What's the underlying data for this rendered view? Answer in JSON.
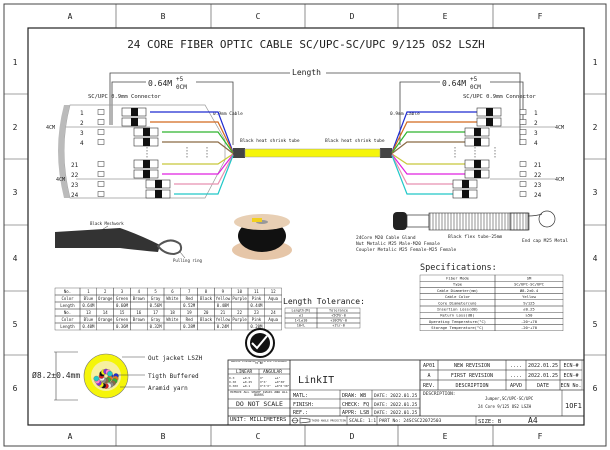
{
  "frame": {
    "columns": [
      "A",
      "B",
      "C",
      "D",
      "E",
      "F"
    ],
    "rows": [
      "1",
      "2",
      "3",
      "4",
      "5",
      "6"
    ]
  },
  "title": "24 CORE FIBER OPTIC CABLE SC/UPC-SC/UPC 9/125 OS2 LSZH",
  "cable": {
    "length_label": "Length",
    "breakout_length": "0.64M",
    "tolerance_top": "+5",
    "tolerance_bottom": "0CM",
    "connector_label": "SC/UPC 0.9mm Connector",
    "fiber_label": "0.9mm Cable",
    "shrink_label": "Black heat shrink tube",
    "stagger_label": "4CM",
    "fiber_numbers_top": [
      "1",
      "2",
      "3",
      "4"
    ],
    "fiber_numbers_bottom": [
      "21",
      "22",
      "23",
      "24"
    ],
    "fiber_colors_top": [
      "#1f2bd1",
      "#d2691e",
      "#2fb52f",
      "#8b6a45"
    ],
    "fiber_colors_bottom": [
      "#c8c83a",
      "#e020e0",
      "#e890b0",
      "#20c8c8"
    ],
    "jacket_color": "#f5f50a"
  },
  "pulling": {
    "meshwork_label": "Black Meshwork",
    "ring_label": "Pulling ring"
  },
  "gland": {
    "gland_label": "24Core M20 Cable Gland",
    "nut_label": "Nut Metalic M25 Male-M20 Female",
    "coupler_label": "Coupler Metalic M25 Female-M25 Female",
    "flex_label": "Black flex tube-25mm",
    "endcap_label": "End cap M25 Metal"
  },
  "fiber_table": {
    "rows": [
      [
        "No.",
        "1",
        "2",
        "3",
        "4",
        "5",
        "6",
        "7",
        "8",
        "9",
        "10",
        "11",
        "12"
      ],
      [
        "Color",
        "Blue",
        "Orange",
        "Green",
        "Brown",
        "Gray",
        "White",
        "Red",
        "Black",
        "Yellow",
        "Purple",
        "Pink",
        "Aqua"
      ],
      [
        "Length",
        "0.64M",
        "",
        "0.60M",
        "",
        "0.56M",
        "",
        "0.52M",
        "",
        "0.48M",
        "",
        "0.44M",
        ""
      ],
      [
        "No.",
        "13",
        "14",
        "15",
        "16",
        "17",
        "18",
        "19",
        "20",
        "21",
        "22",
        "23",
        "24"
      ],
      [
        "Color",
        "Blue",
        "Orange",
        "Green",
        "Brown",
        "Gray",
        "White",
        "Red",
        "Black",
        "Yellow",
        "Purple",
        "Pink",
        "Aqua"
      ],
      [
        "Length",
        "0.40M",
        "",
        "0.36M",
        "",
        "0.32M",
        "",
        "0.28M",
        "",
        "0.24M",
        "",
        "0.20M",
        ""
      ]
    ]
  },
  "cross_section": {
    "diameter": "Ø8.2±0.4mm",
    "outer_label": "Out jacket LSZH",
    "buffer_label": "Tigth Buffered",
    "aramid_label": "Aramid yarn"
  },
  "tolerance": {
    "title": "Length Tolerance:",
    "rows": [
      [
        "Length(M)",
        "Tolerance"
      ],
      [
        "≤1",
        "+5CM/-0"
      ],
      [
        "1<L≤10",
        "+10CM/-0"
      ],
      [
        "10<L",
        "+1%/-0"
      ]
    ]
  },
  "specs": {
    "title": "Specifications:",
    "rows": [
      [
        "Fiber Mode",
        "SM"
      ],
      [
        "Type",
        "SC/UPC-SC/UPC"
      ],
      [
        "Cable Diameter(mm)",
        "Ø8.2±0.4"
      ],
      [
        "Cable Color",
        "Yellow"
      ],
      [
        "Core Diameter(um)",
        "9/125"
      ],
      [
        "Insertion Loss(dB)",
        "≤0.25"
      ],
      [
        "Return Loss(dB)",
        "≥50"
      ],
      [
        "Operating Temperature(°C)",
        "-20~+70"
      ],
      [
        "Storage Temperature(°C)",
        "-20~+70"
      ]
    ]
  },
  "title_block": {
    "company": "LinkIT",
    "tolerance_header": "UNLESS OTHERWISE SPECIFIED TOLERANCE TO BE",
    "linear": "LINEAR",
    "angular": "ANGULAR",
    "tol_rows": [
      [
        "X.X",
        "±0.5",
        "X°",
        "±1°"
      ],
      [
        "X.XX",
        "±0.25",
        "X°X'",
        "±0°30'"
      ],
      [
        "X.XXX",
        "±0.1",
        "X°X'X\"",
        "±0°0'30\""
      ]
    ],
    "deburr": "REMOVE ALL SHARP EDGES AND ALL BURRS",
    "do_not_scale": "DO NOT SCALE",
    "unit": "UNIT: MILLIMETERS",
    "projection": "THIRD ANGLE PROJECTION",
    "matl": "MATL:",
    "finish": "FINISH:",
    "ref": "REF.:",
    "drawn": "DRAW: WB",
    "checked": "CHECK: FQ",
    "approved": "APPR: LSB",
    "scale": "SCALE: 1:1",
    "date1": "DATE: 2022.01.25",
    "date2": "DATE: 2022.01.25",
    "date3": "DATE: 2022.01.25",
    "part_no": "PART No: 24SCSC22072503",
    "size": "SIZE: B",
    "sheet_size": "A4",
    "description_label": "DESCRIPTION:",
    "description_line1": "Jumper,SC/UPC-SC/UPC",
    "description_line2": "24 Core 9/125 OS2 LSZH",
    "sheet": "1OF1"
  },
  "revisions": {
    "rows": [
      [
        "AP01",
        "NEW REVISION",
        "....",
        "2022.01.25",
        "ECN-#"
      ],
      [
        "A",
        "FIRST REVISION",
        "....",
        "2022.01.25",
        "ECN-#"
      ],
      [
        "REV.",
        "DESCRIPTION",
        "APVD",
        "DATE",
        "ECN No."
      ]
    ]
  }
}
